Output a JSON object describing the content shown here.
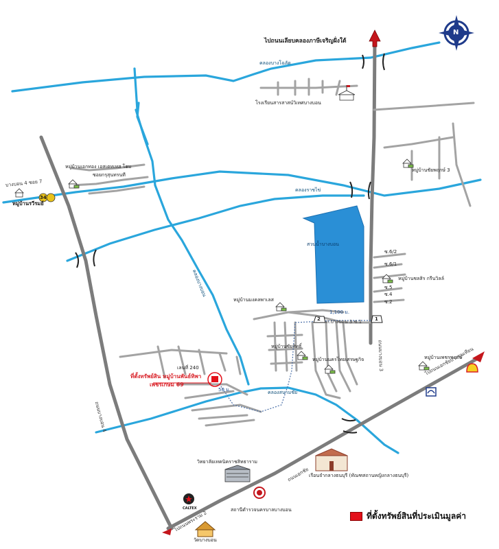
{
  "map": {
    "top_label": "ไปถนนเลียบคลองภาษีเจริญฝั่งใต้",
    "compass": "N",
    "school": "โรงเรียนสารสาสน์วิเทศบางบอน",
    "village_top_left": "หมู่บ้านเอกทอง เอสเตทเทส โฮม",
    "soi_left": "ซอยกรุสุนทรนที",
    "bang_bon_soi7": "บางบอน 4 ซอย 7",
    "village_rungruang": "หมู่บ้านรวีรมย์",
    "village_chaipruk": "หมู่บ้านชัยพฤกษ์ 3",
    "canal_top": "คลองบางโฉลัด",
    "canal_mid": "คลองราชไข่",
    "lake": "สวนน้ำบางบอน",
    "village_dsr": "หมู่บ้านชลสิร กรีนวิลล์",
    "soi_labels": [
      "ซ.6/2",
      "ซ.6/1",
      "ซ.5",
      "ซ.4",
      "ซ.2"
    ],
    "village_mangkorn": "หมู่บ้านมงคลพาเลส",
    "village_chat": "หมู่บ้านชัยสิทธิ์",
    "village_nakorn": "หมู่บ้านนครไทยเศรษฐกิจ",
    "distance": "1,100 ม.",
    "road_bangbon3": "ถ.บางบอน 3 ซ.1",
    "lane_240": "เลนที่ 240",
    "subject_label_1": "ที่ตั้งทรัพย์สิน หมู่บ้านพันธ์ทิพา",
    "subject_label_2": "เพชรเกษม 69",
    "dist_small": "50 ม.",
    "canal_sanamchai": "คลองสนามชัย",
    "canal_bang_bon": "คลองบางบอน",
    "village_right": "หมู่บ้านเพชรพฤกษ์",
    "road_right": "ถนนบางบอน 3",
    "road_bangbon3_left": "ถนนบางบอน 3",
    "to_ekachai": "ไปถนนเอกชัยบางขุนเทียน",
    "college": "วิทยาลัยเทคนิคราชสิทธาราม",
    "ruen_jamnong": "เรือนจำกลางธนบุรี (ทัณฑสถานหญิงกลางธนบุรี)",
    "caltex": "CALTEX",
    "bangbon_police": "สถานีตำรวจนครบาลบางบอน",
    "to_rama2": "ไปถนนพระราม 2",
    "temple": "วัดบางบอน",
    "road_bangbon4": "ถนนบางบอน 4",
    "road_ekachai": "ถนนเอกชัย",
    "legend_label": "ที่ตั้งทรัพย์สินที่ประเมินมูลค่า",
    "route_marker_1": "1",
    "route_marker_2": "2",
    "badge_34": "34",
    "colors": {
      "canal": "#2aa6dc",
      "lake": "#2a8fd6",
      "road": "#8a8a8a",
      "marker": "#e3101a",
      "arrow": "#c4161c"
    }
  }
}
